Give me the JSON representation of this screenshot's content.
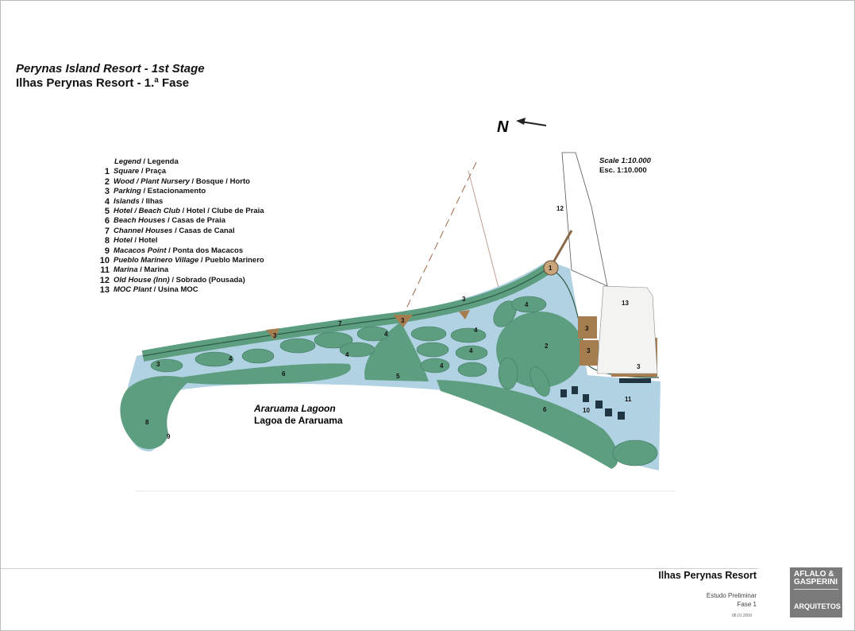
{
  "header": {
    "title_en": "Perynas Island Resort - 1st Stage",
    "title_pt": "Ilhas Perynas Resort - 1.ª Fase"
  },
  "compass": {
    "label": "N"
  },
  "scale": {
    "en": "Scale 1:10.000",
    "pt": "Esc. 1:10.000"
  },
  "legend": {
    "heading_en": "Legend",
    "heading_pt": "Legenda",
    "items": [
      {
        "num": "1",
        "en": "Square",
        "pt": "Praça"
      },
      {
        "num": "2",
        "en": "Wood / Plant Nursery",
        "pt": "Bosque / Horto"
      },
      {
        "num": "3",
        "en": "Parking",
        "pt": "Estacionamento"
      },
      {
        "num": "4",
        "en": "Islands",
        "pt": "Ilhas"
      },
      {
        "num": "5",
        "en": "Hotel / Beach Club",
        "pt": "Hotel / Clube de Praia"
      },
      {
        "num": "6",
        "en": "Beach Houses",
        "pt": "Casas de Praia"
      },
      {
        "num": "7",
        "en": "Channel Houses",
        "pt": "Casas de Canal"
      },
      {
        "num": "8",
        "en": "Hotel",
        "pt": "Hotel"
      },
      {
        "num": "9",
        "en": "Macacos Point",
        "pt": "Ponta dos Macacos"
      },
      {
        "num": "10",
        "en": "Pueblo Marinero Village",
        "pt": "Pueblo Marinero"
      },
      {
        "num": "11",
        "en": "Marina",
        "pt": "Marina"
      },
      {
        "num": "12",
        "en": "Old House (Inn)",
        "pt": "Sobrado (Pousada)"
      },
      {
        "num": "13",
        "en": "MOC Plant",
        "pt": "Usina MOC"
      }
    ]
  },
  "map": {
    "lagoon_en": "Araruama Lagoon",
    "lagoon_pt": "Lagoa de Araruama",
    "markers": [
      "1",
      "2",
      "3",
      "3",
      "3",
      "3",
      "3",
      "3",
      "3",
      "4",
      "4",
      "4",
      "4",
      "4",
      "4",
      "4",
      "5",
      "6",
      "6",
      "7",
      "8",
      "9",
      "10",
      "11",
      "12",
      "13"
    ],
    "colors": {
      "water": "#a8cde0",
      "land": "#5e9e80",
      "parking": "#a57d4e",
      "road": "#8a6a48"
    }
  },
  "title_block": {
    "project": "Ilhas Perynas Resort",
    "phase_desc": "Estudo Preliminar",
    "phase": "Fase 1",
    "date": "08.01.2009",
    "logo_line1": "AFLALO &",
    "logo_line2": "GASPERINI",
    "logo_line3": "ARQUITETOS"
  }
}
